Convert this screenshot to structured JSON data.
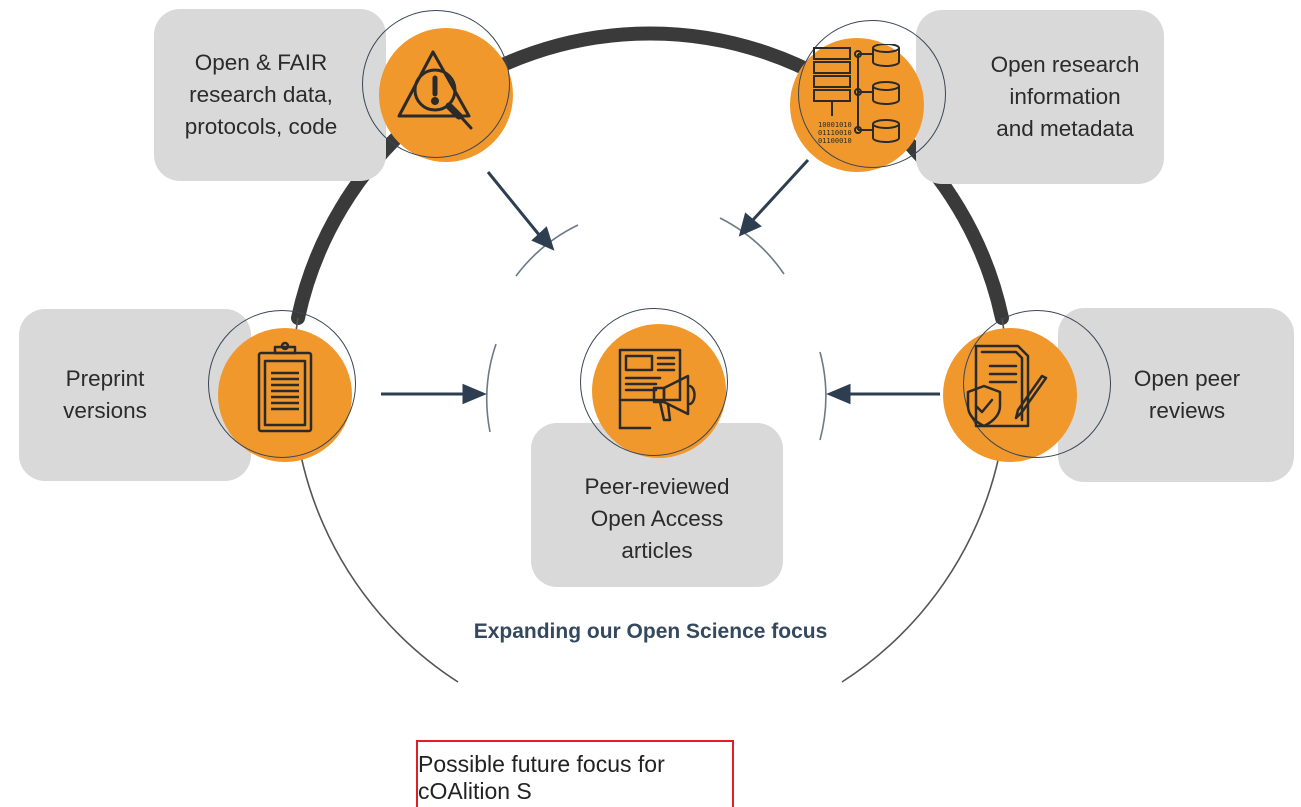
{
  "diagram": {
    "nodes": [
      {
        "id": "data",
        "lines": [
          "Open & FAIR",
          "research data,",
          "protocols, code"
        ],
        "icon": "warning-magnifier-icon"
      },
      {
        "id": "info",
        "lines": [
          "Open research",
          "information",
          "and metadata"
        ],
        "icon": "database-tree-icon"
      },
      {
        "id": "preprint",
        "lines": [
          "Preprint",
          "versions"
        ],
        "icon": "clipboard-icon"
      },
      {
        "id": "reviews",
        "lines": [
          "Open peer",
          "reviews"
        ],
        "icon": "document-shield-pen-icon"
      },
      {
        "id": "center",
        "lines": [
          "Peer-reviewed",
          "Open Access",
          "articles"
        ],
        "icon": "newspaper-megaphone-icon"
      }
    ],
    "focus_title": "Expanding our Open Science focus",
    "future_label": "Possible future focus for cOAlition S"
  },
  "colors": {
    "accent_orange": "#f0982c",
    "box_gray": "#d9d9d9",
    "arc_dark": "#3a3a3a",
    "arrow_navy": "#2c3e50",
    "future_border_red": "#e02020"
  }
}
